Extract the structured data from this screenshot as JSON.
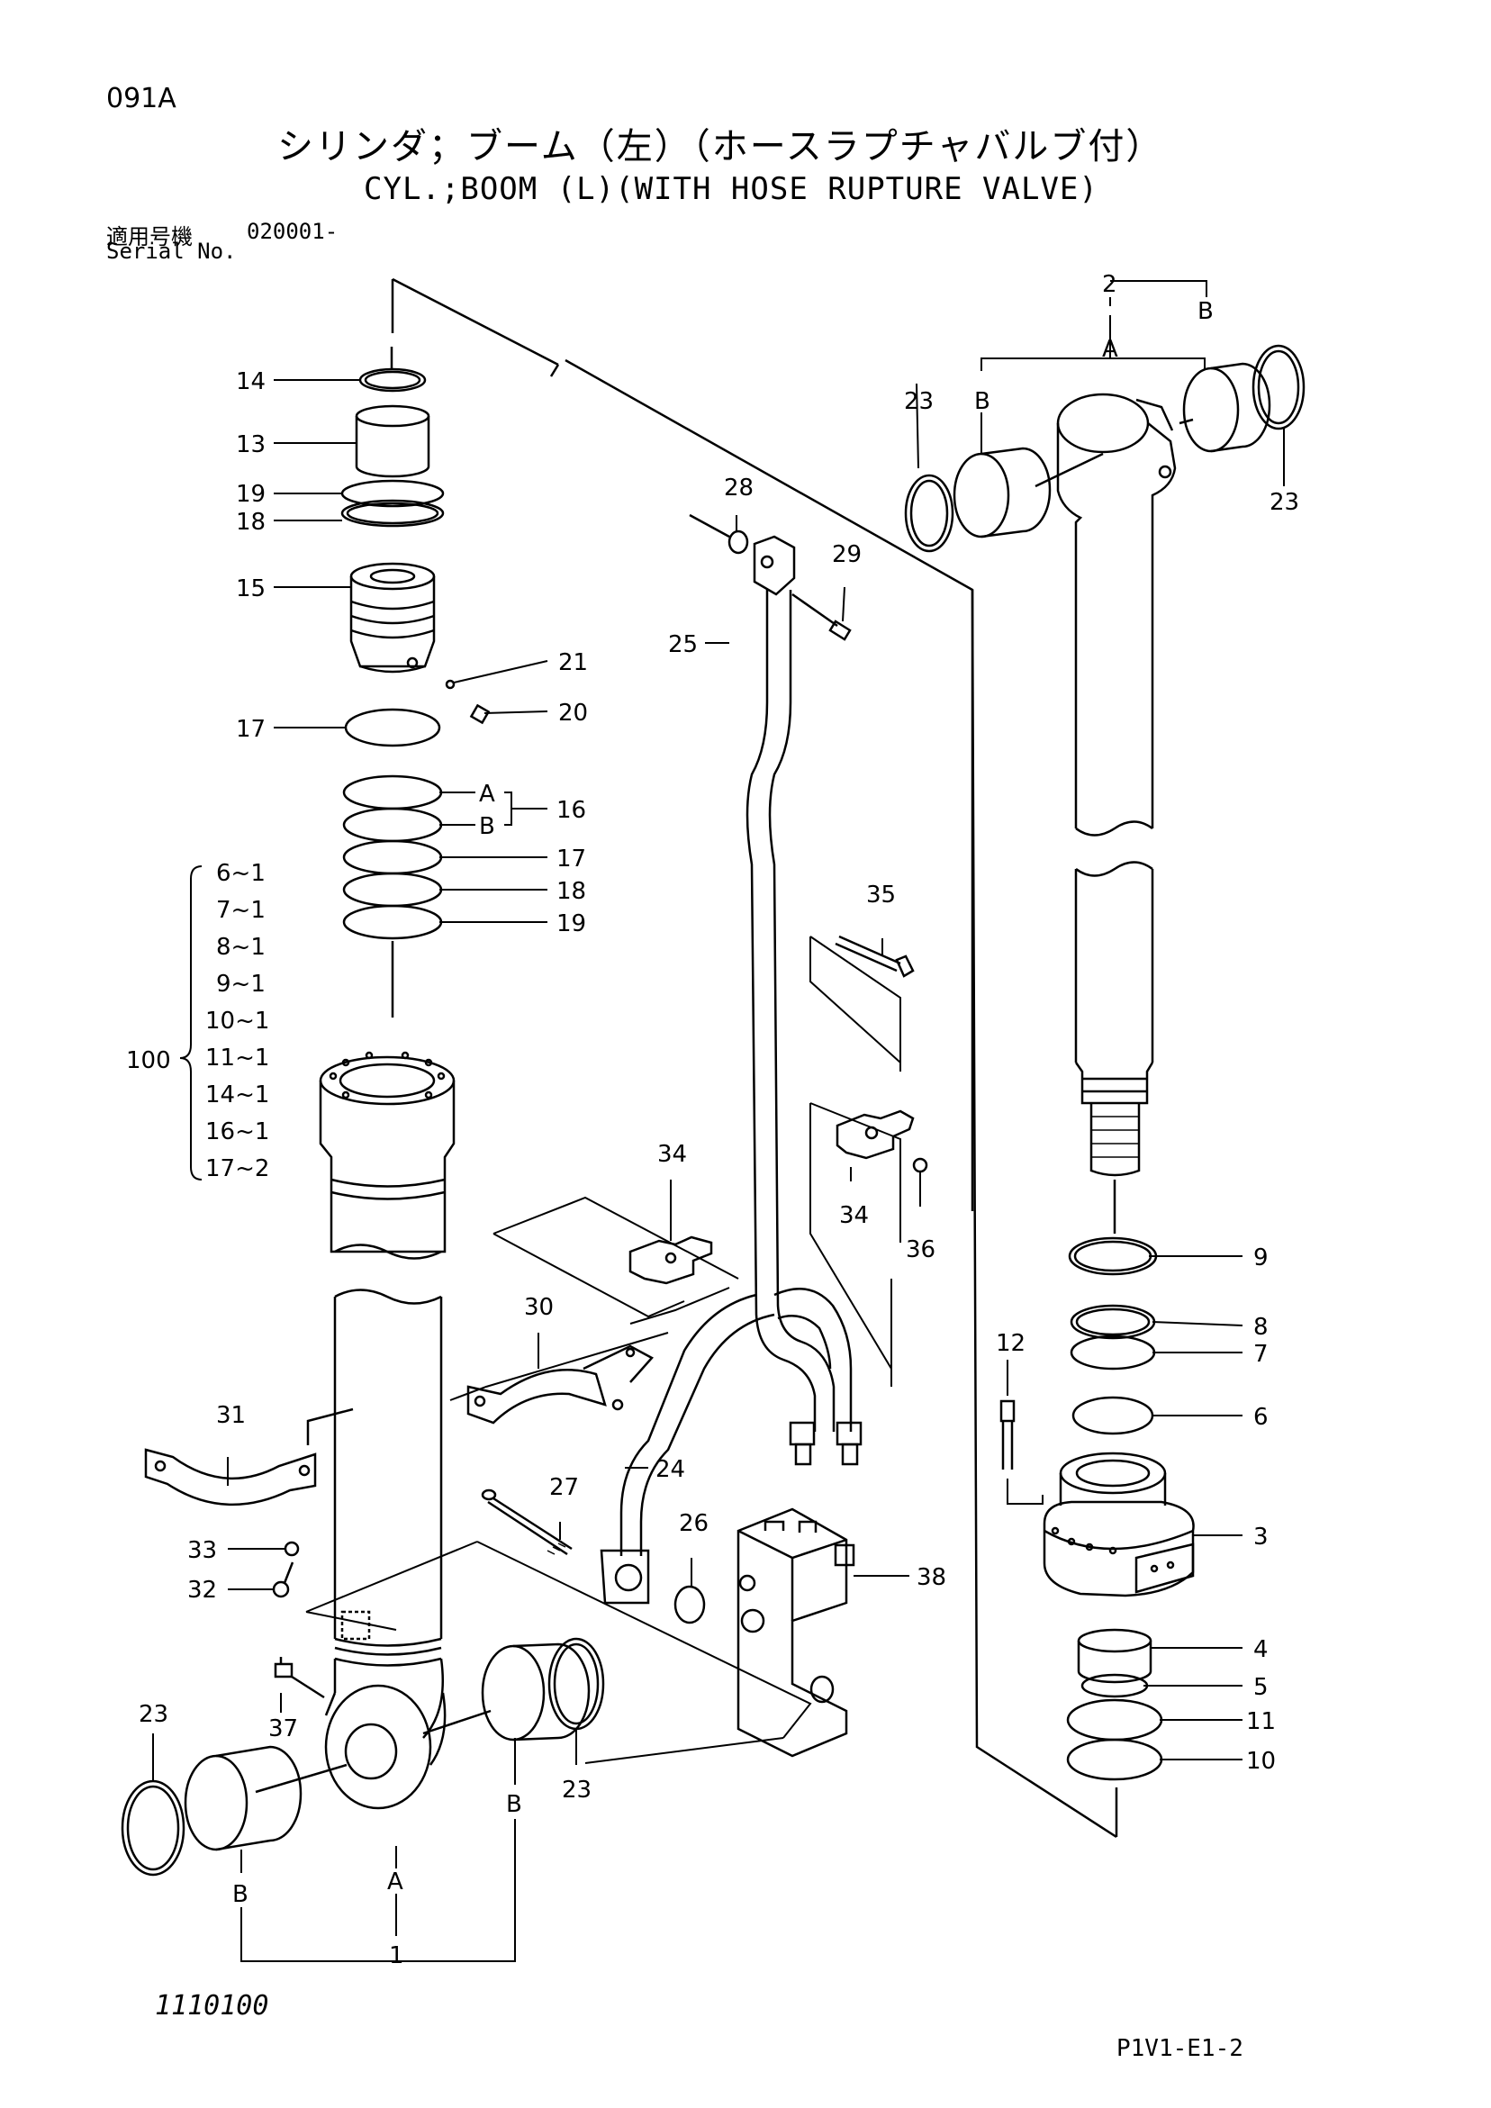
{
  "header": {
    "page_code": "091A",
    "title_jp": "シリンダ；ブーム（左）（ホースラプチャバルブ付）",
    "title_en": "CYL.;BOOM (L)(WITH HOSE RUPTURE VALVE)",
    "serial_label_jp": "適用号機",
    "serial_value": "020001-",
    "serial_label_en": "Serial No."
  },
  "footer": {
    "drawing_number": "1110100",
    "sheet_reference": "P1V1-E1-2"
  },
  "callouts": {
    "c1": "1",
    "c2": "2",
    "c3": "3",
    "c4": "4",
    "c5": "5",
    "c6": "6",
    "c7": "7",
    "c8": "8",
    "c9": "9",
    "c10": "10",
    "c11": "11",
    "c12": "12",
    "c13": "13",
    "c14": "14",
    "c15": "15",
    "c16": "16",
    "c17a": "17",
    "c17b": "17",
    "c18a": "18",
    "c18b": "18",
    "c19a": "19",
    "c19b": "19",
    "c20": "20",
    "c21": "21",
    "c23a": "23",
    "c23b": "23",
    "c23c": "23",
    "c23d": "23",
    "c24": "24",
    "c25": "25",
    "c26": "26",
    "c27": "27",
    "c28": "28",
    "c29": "29",
    "c30": "30",
    "c31": "31",
    "c32": "32",
    "c33": "33",
    "c34a": "34",
    "c34b": "34",
    "c35": "35",
    "c36": "36",
    "c37": "37",
    "c38": "38",
    "a1": "A",
    "a2": "A",
    "a16": "A",
    "b1": "B",
    "b2": "B",
    "b3": "B",
    "b4": "B",
    "b16": "B"
  },
  "kit": {
    "label": "100",
    "items": [
      "6~1",
      "7~1",
      "8~1",
      "9~1",
      "10~1",
      "11~1",
      "14~1",
      "16~1",
      "17~2"
    ]
  }
}
